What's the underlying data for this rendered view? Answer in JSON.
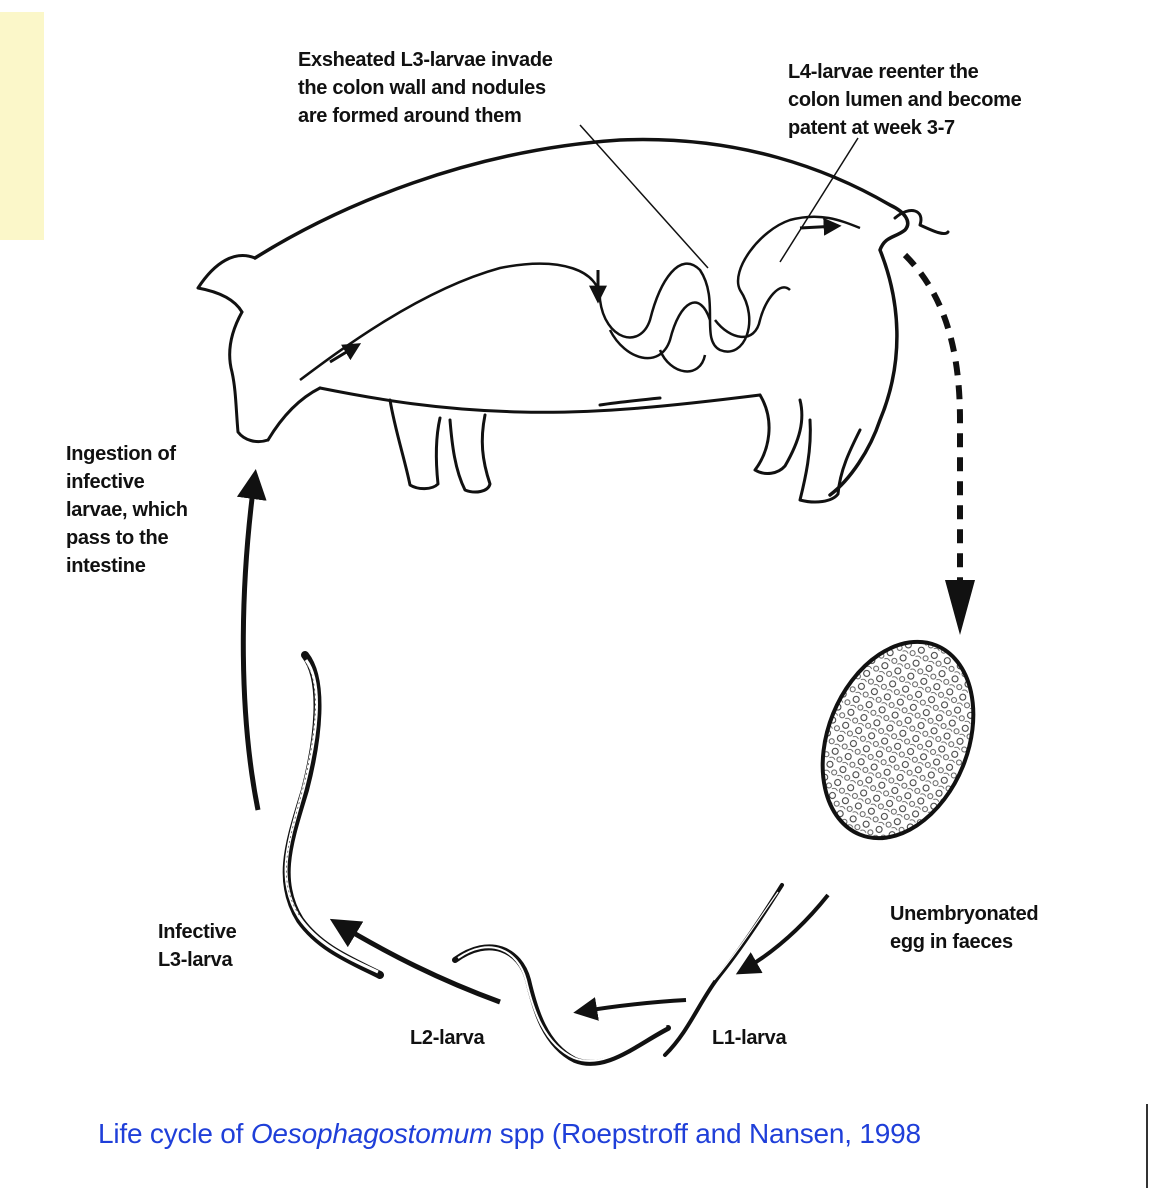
{
  "labels": {
    "exsheated": "Exsheated L3-larvae invade\nthe colon wall and nodules\nare formed around them",
    "l4_reenter": "L4-larvae reenter the\ncolon lumen and become\npatent at week 3-7",
    "ingestion": "Ingestion of\ninfective\nlarvae, which\npass to the\nintestine",
    "egg": "Unembryonated\negg in faeces",
    "l1": "L1-larva",
    "l2": "L2-larva",
    "l3": "Infective\nL3-larva"
  },
  "caption": {
    "prefix": "Life cycle of ",
    "genus": "Oesophagostomum",
    "suffix": " spp (Roepstroff and Nansen, 1998"
  },
  "colors": {
    "caption": "#1f3fd9",
    "strip": "#fbf7c9",
    "ink": "#111111"
  }
}
